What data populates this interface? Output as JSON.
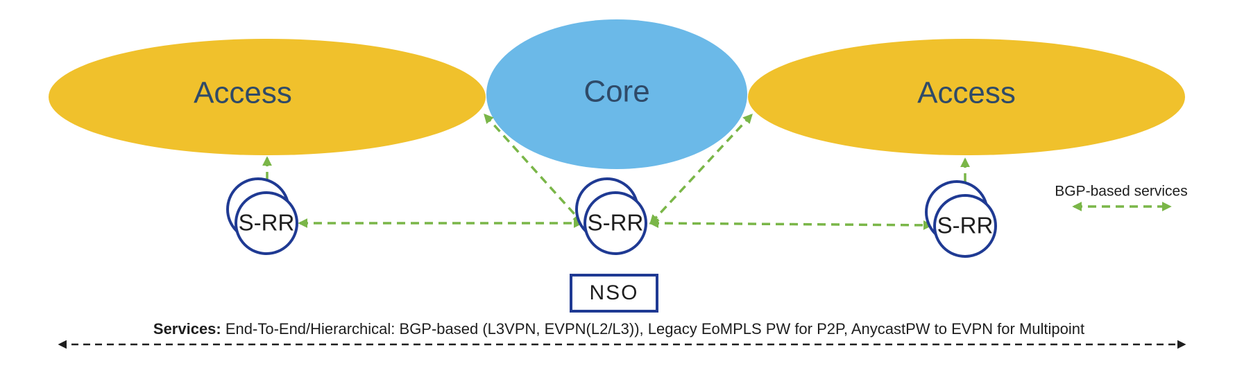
{
  "domains": {
    "access_left": {
      "label": "Access"
    },
    "core": {
      "label": "Core"
    },
    "access_right": {
      "label": "Access"
    }
  },
  "route_reflectors": [
    {
      "label": "S-RR"
    },
    {
      "label": "S-RR"
    },
    {
      "label": "S-RR"
    }
  ],
  "controller": {
    "label": "NSO"
  },
  "legend": {
    "label": "BGP-based services"
  },
  "services": {
    "title": "Services:",
    "description": " End-To-End/Hierarchical: BGP-based (L3VPN, EVPN(L2/L3)), Legacy EoMPLS PW for P2P, AnycastPW to EVPN for Multipoint"
  },
  "colors": {
    "access": "#f0c12c",
    "core": "#6bb9e8",
    "rr_ring": "#1f3a93",
    "bgp_arrow": "#7ab648",
    "nso_border": "#1f3a93",
    "services_arrow": "#1e1e1e"
  }
}
